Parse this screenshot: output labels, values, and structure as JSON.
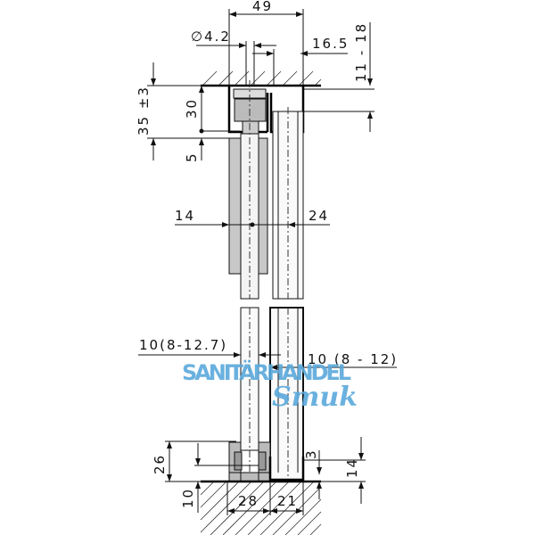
{
  "dimensions": {
    "overall_width": "49",
    "hole_diameter": "∅4.2",
    "track_offset": "16.5",
    "ceiling_gap": "11 - 18",
    "top_height": "35 ±3",
    "track_height": "30",
    "gap_5": "5",
    "left_offset": "14",
    "right_offset": "24",
    "glass_left": "10(8-12.7)",
    "glass_right": "10 (8 - 12)",
    "bottom_height": "26",
    "floor_depth": "10",
    "bottom_left_width": "28",
    "bottom_right_width": "21",
    "bottom_gap": "3",
    "bottom_right_height": "14"
  },
  "watermark": {
    "line1": "SANITÄRHANDEL",
    "line2": "Smuk",
    "color": "#5aa9dc"
  }
}
